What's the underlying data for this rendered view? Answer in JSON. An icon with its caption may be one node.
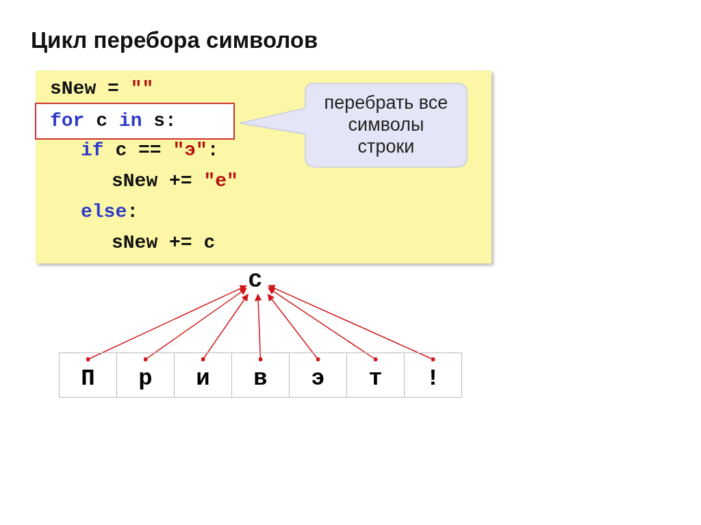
{
  "diagram": {
    "title": "Цикл перебора символов",
    "nodes": [
      {
        "text": [
          "sNew = \"\"",
          "if c == \"э\":",
          "sNew += \"е\"",
          "else:",
          "sNew += c"
        ]
      },
      {
        "text": [
          "for c in s:"
        ],
        "in": 0
      },
      {
        "text": [
          "перебрать все символы строки"
        ],
        "in": 0
      },
      {
        "text": [
          "c"
        ]
      },
      {
        "text": [
          "П"
        ]
      },
      {
        "text": [
          "р"
        ]
      },
      {
        "text": [
          "и"
        ]
      },
      {
        "text": [
          "в"
        ]
      },
      {
        "text": [
          "э"
        ]
      },
      {
        "text": [
          "т"
        ]
      },
      {
        "text": [
          "!"
        ]
      }
    ],
    "edges": [
      {
        "from": 4,
        "to": 3,
        "arrow": "to"
      },
      {
        "from": 5,
        "to": 3,
        "arrow": "to"
      },
      {
        "from": 6,
        "to": 3,
        "arrow": "to"
      },
      {
        "from": 7,
        "to": 3,
        "arrow": "to"
      },
      {
        "from": 8,
        "to": 3,
        "arrow": "to"
      },
      {
        "from": 9,
        "to": 3,
        "arrow": "to"
      },
      {
        "from": 10,
        "to": 3,
        "arrow": "to"
      }
    ]
  }
}
